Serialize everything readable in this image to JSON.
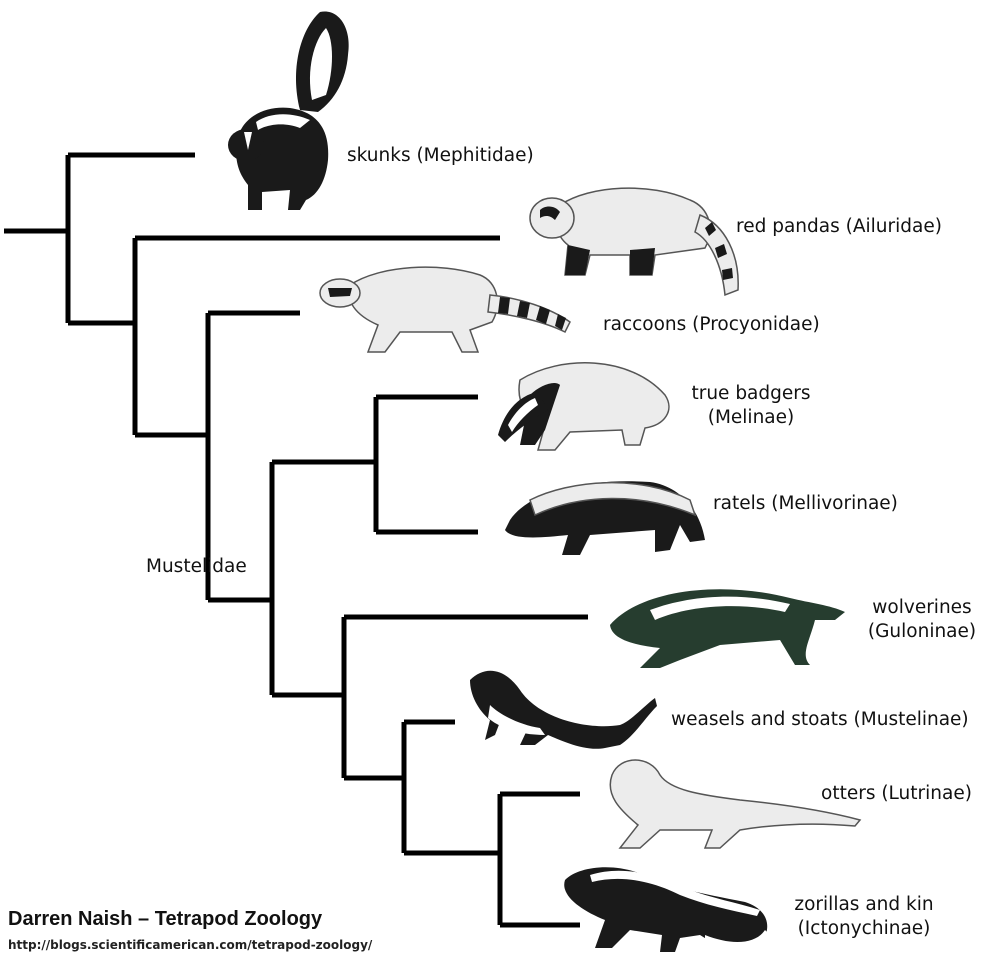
{
  "taxa": {
    "skunks": "skunks (Mephitidae)",
    "red_pandas": "red pandas (Ailuridae)",
    "raccoons": "raccoons (Procyonidae)",
    "true_badgers_1": "true badgers",
    "true_badgers_2": "(Melinae)",
    "ratels": "ratels (Mellivorinae)",
    "wolverines_1": "wolverines",
    "wolverines_2": "(Guloninae)",
    "weasels": "weasels and stoats (Mustelinae)",
    "otters": "otters (Lutrinae)",
    "zorillas_1": "zorillas and kin",
    "zorillas_2": "(Ictonychinae)"
  },
  "clade_label": "Mustelidae",
  "credit": {
    "title": "Darren Naish – Tetrapod Zoology",
    "url": "http://blogs.scientificamerican.com/tetrapod-zoology/"
  },
  "icons": [
    "skunk-icon",
    "red-panda-icon",
    "raccoon-icon",
    "badger-icon",
    "ratel-icon",
    "wolverine-icon",
    "weasel-icon",
    "otter-icon",
    "zorilla-icon"
  ]
}
